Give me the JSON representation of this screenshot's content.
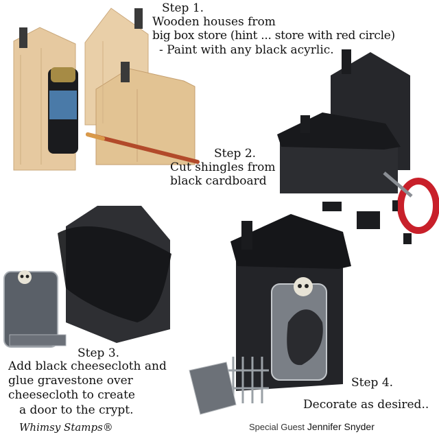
{
  "step1": {
    "title": "Step 1.",
    "lines": [
      "Wooden houses from",
      "big box store (hint ... store with red circle)",
      "- Paint with any black acyrlic."
    ]
  },
  "step2": {
    "title": "Step 2.",
    "lines": [
      "Cut shingles from",
      "black cardboard"
    ]
  },
  "step3": {
    "title": "Step 3.",
    "lines": [
      "Add black cheesecloth and",
      "glue gravestone over",
      "cheesecloth to create",
      "a door to the crypt."
    ]
  },
  "step4": {
    "title": "Step 4.",
    "lines": [
      "Decorate as desired.."
    ]
  },
  "footer": {
    "brand": "Whimsy Stamps®",
    "guest_prefix": "Special Guest",
    "guest_name": "Jennifer Snyder"
  },
  "colors": {
    "wood": "#e2c49a",
    "black_paint": "#1e1f23",
    "scissors": "#c8202a",
    "stone": "#5a6068"
  }
}
